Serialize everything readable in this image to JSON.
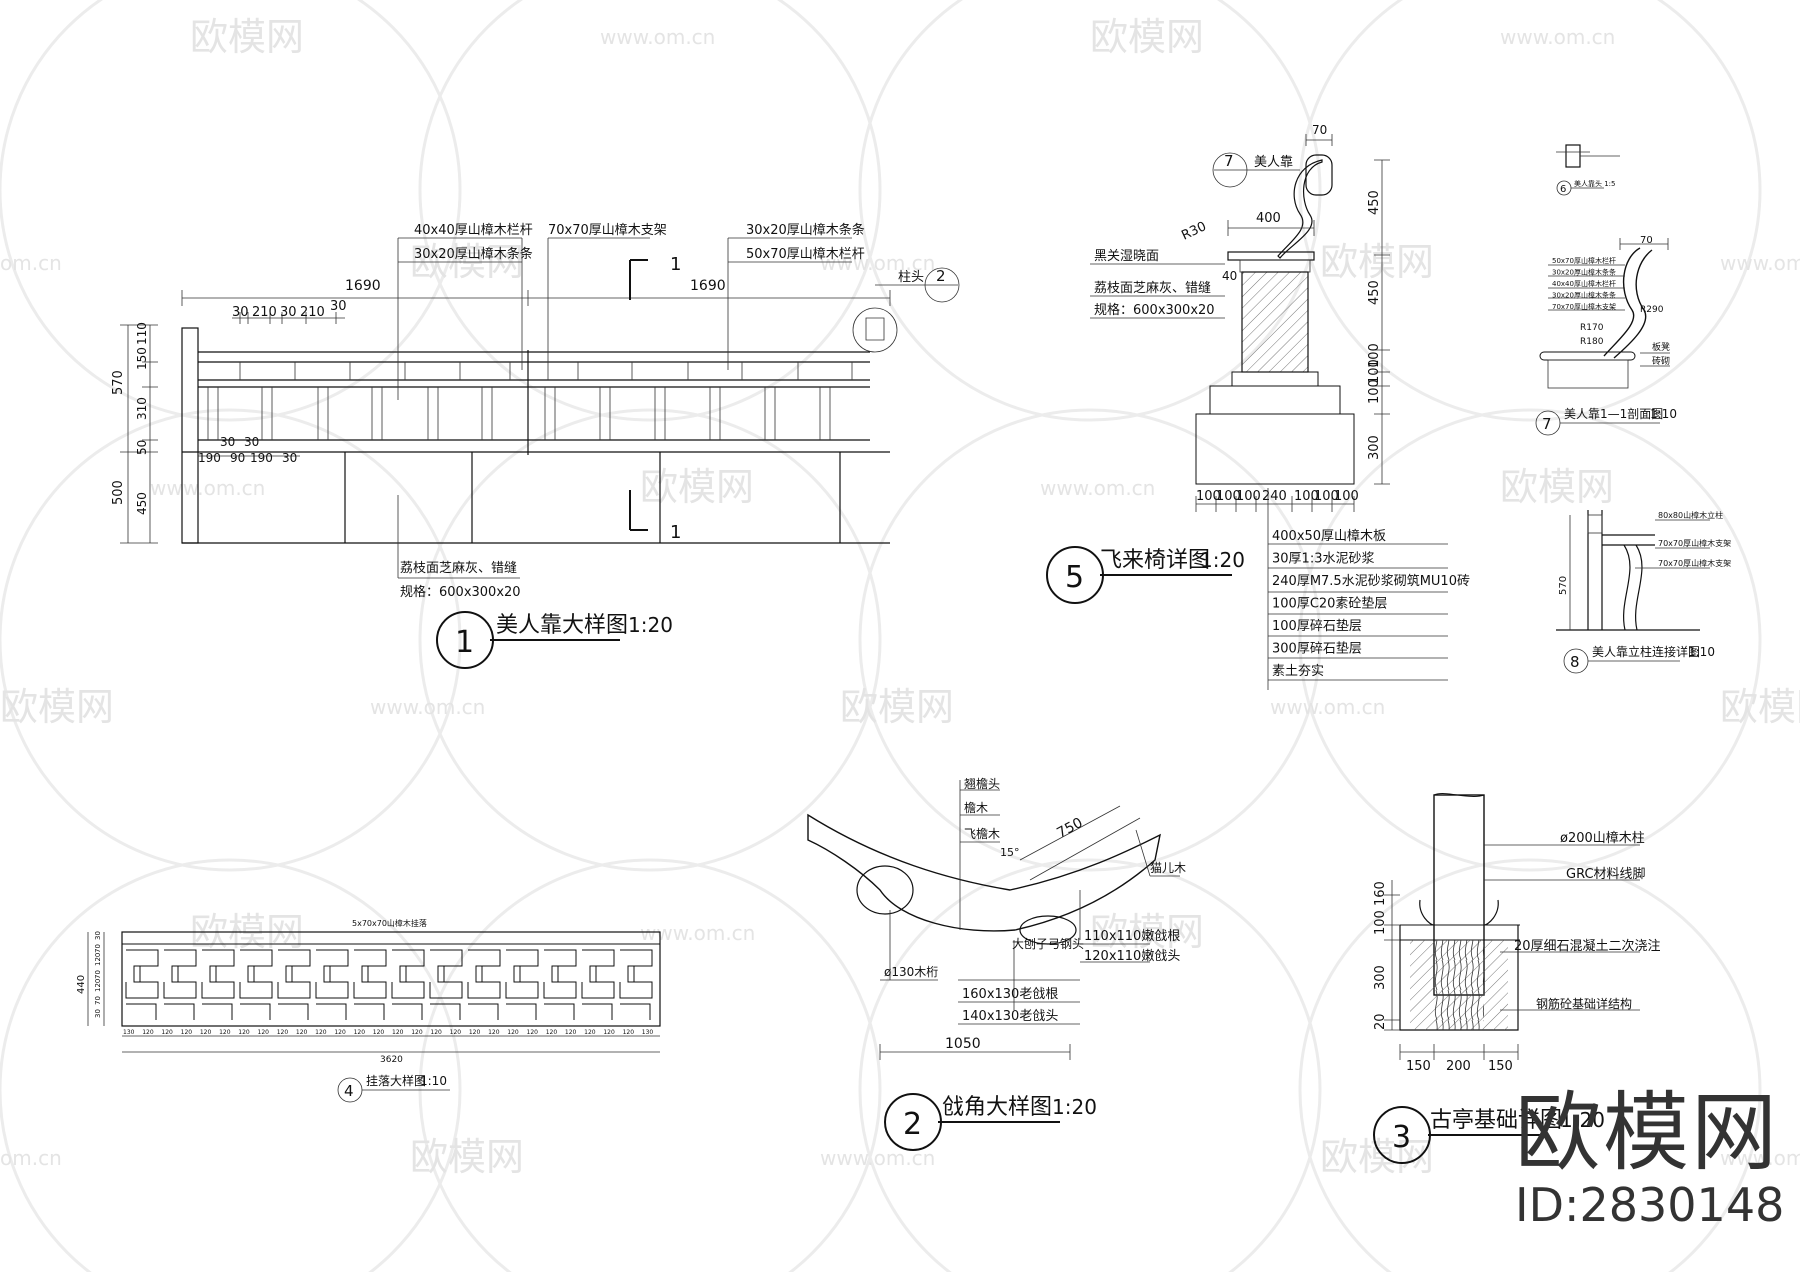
{
  "watermarks": {
    "brand": "欧模网",
    "url": "www.om.cn",
    "url_short": "om.cn"
  },
  "brand_mark": {
    "name": "欧模网",
    "id": "ID:2830148"
  },
  "drawing1": {
    "number": "1",
    "title": "美人靠大样图",
    "scale": "1:20",
    "section_mark": "1",
    "callout_number": "2",
    "callout_label": "柱头",
    "labels": {
      "top1": "40x40厚山樟木栏杆",
      "top2": "30x20厚山樟木条条",
      "top3": "70x70厚山樟木支架",
      "top4": "30x20厚山樟木条条",
      "top5": "50x70厚山樟木栏杆",
      "bottom1": "荔枝面芝麻灰、错缝",
      "bottom2": "规格：600x300x20"
    },
    "dims": {
      "span_left": "1690",
      "span_right": "1690",
      "d30a": "30",
      "d210a": "210",
      "d30b": "30",
      "d210b": "210",
      "d30c": "30",
      "h570": "570",
      "h500": "500",
      "h150": "150",
      "h110": "110",
      "h310": "310",
      "h50": "50",
      "h450": "450",
      "b30a": "30",
      "b30b": "30",
      "b190a": "190",
      "b90": "90",
      "b190b": "190",
      "b30c": "30"
    }
  },
  "drawing5": {
    "number": "5",
    "title": "飞来椅详图",
    "scale": "1:20",
    "callout_number": "7",
    "callout_label": "美人靠",
    "labels": {
      "l1": "黑关湿晓面",
      "l2": "荔枝面芝麻灰、错缝",
      "l3": "规格：600x300x20",
      "r30": "R30",
      "w400": "400",
      "w70": "70",
      "n40": "40"
    },
    "dims_right": [
      "450",
      "450",
      "100",
      "100",
      "100",
      "300"
    ],
    "dims_bottom": [
      "100",
      "100",
      "100",
      "240",
      "100",
      "100",
      "100"
    ],
    "layers": [
      "400x50厚山樟木板",
      "30厚1:3水泥砂浆",
      "240厚M7.5水泥砂浆砌筑MU10砖",
      "100厚C20素砼垫层",
      "100厚碎石垫层",
      "300厚碎石垫层",
      "素土夯实"
    ]
  },
  "drawing6": {
    "number": "6",
    "title": "美人靠头 1:5"
  },
  "drawing7": {
    "number": "7",
    "title": "美人靠1—1剖面图",
    "scale": "1:10",
    "top_dim": "70",
    "labels": [
      "50x70厚山樟木栏杆",
      "30x20厚山樟木条条",
      "40x40厚山樟木栏杆",
      "30x20厚山樟木条条",
      "70x70厚山樟木支架"
    ],
    "radii": [
      "R170",
      "R180",
      "R290"
    ],
    "side1": "板凳",
    "side2": "砖砌"
  },
  "drawing8": {
    "number": "8",
    "title": "美人靠立柱连接详图",
    "scale": "1:10",
    "labels": [
      "80x80山樟木立柱",
      "70x70厚山樟木支架",
      "70x70厚山樟木支架"
    ],
    "dim": "570"
  },
  "drawing4": {
    "number": "4",
    "title": "挂落大样图",
    "scale": "1:10",
    "top_label": "5x70x70山樟木挂落",
    "height": "440",
    "total": "3620",
    "left_dims": [
      "30",
      "70",
      "120",
      "70",
      "120",
      "70",
      "30"
    ],
    "bottom_dims": [
      "130",
      "120",
      "120",
      "120",
      "120",
      "120",
      "120",
      "120",
      "120",
      "120",
      "120",
      "120",
      "120",
      "120",
      "120",
      "120",
      "120",
      "120",
      "120",
      "120",
      "120",
      "120",
      "120",
      "120",
      "120",
      "120",
      "120",
      "130"
    ]
  },
  "drawing2": {
    "number": "2",
    "title": "戗角大样图",
    "scale": "1:20",
    "dim_top": "750",
    "dim_bottom": "1050",
    "angle": "15°",
    "labels": {
      "a": "翘檐头",
      "b": "檐木",
      "c": "飞檐木",
      "d": "猫儿木",
      "e": "ø130木桁",
      "f": "大刨子弓钢头",
      "g": "160x130老戗根",
      "h": "140x130老戗头",
      "i": "110x110嫩戗根",
      "j": "120x110嫩戗头"
    }
  },
  "drawing3": {
    "number": "3",
    "title": "古亭基础详图",
    "scale": "1:20",
    "labels": [
      "ø200山樟木柱",
      "GRC材料线脚",
      "20厚细石混凝土二次浇注",
      "钢筋砼基础详结构"
    ],
    "dims_left": [
      "160",
      "100",
      "300",
      "20"
    ],
    "dims_bottom": [
      "150",
      "200",
      "150"
    ]
  }
}
